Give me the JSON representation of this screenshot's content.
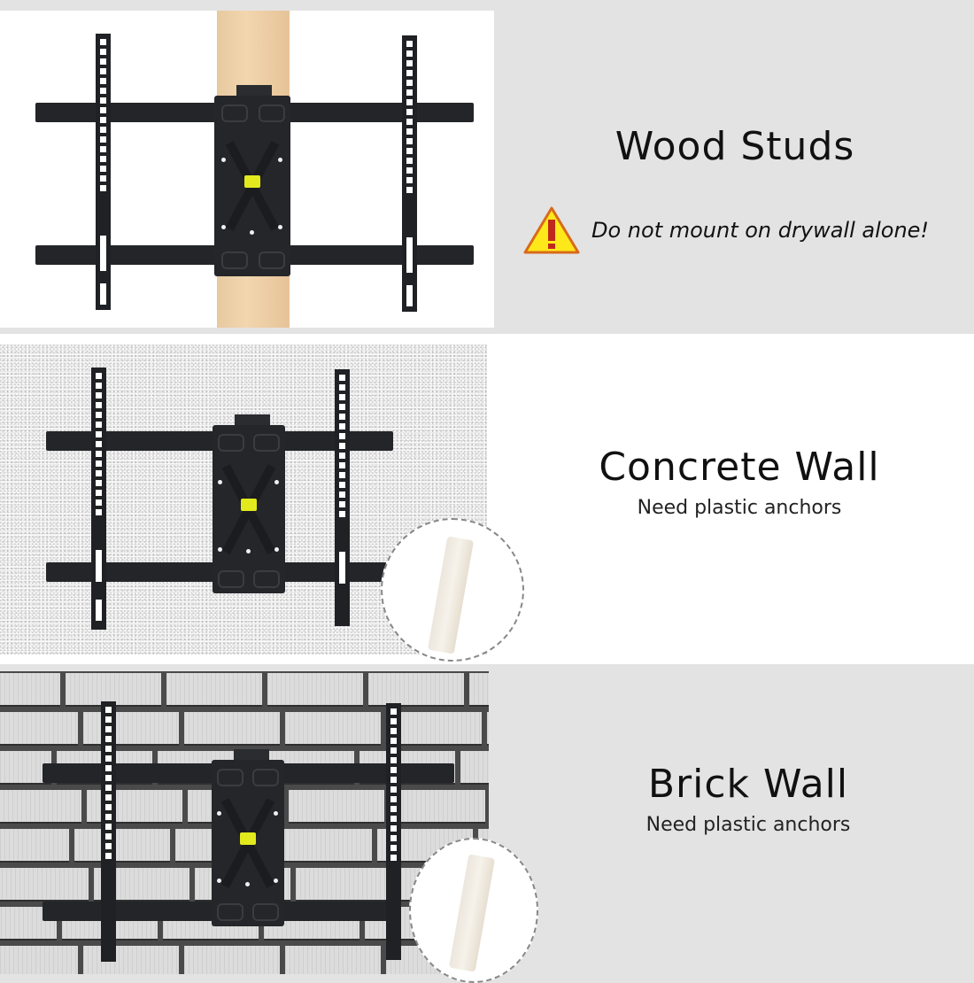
{
  "sections": [
    {
      "id": "wood",
      "title": "Wood Studs",
      "warning": {
        "icon": "warning-triangle-icon",
        "text": "Do not mount on drywall alone!",
        "icon_colors": {
          "fill": "#ffe81a",
          "stroke": "#d86a1a",
          "mark": "#c0281c"
        }
      },
      "background": "#e3e3e3",
      "image_background": "#ffffff",
      "stud_color": "#ecceA4"
    },
    {
      "id": "concrete",
      "title": "Concrete Wall",
      "subtitle": "Need plastic anchors",
      "background": "#ffffff",
      "inset_icon": "plastic-anchor-icon"
    },
    {
      "id": "brick",
      "title": "Brick Wall",
      "subtitle": "Need plastic anchors",
      "background": "#e3e3e3",
      "inset_icon": "plastic-anchor-icon"
    }
  ],
  "colors": {
    "mount": "#232528",
    "level_indicator": "#e2ea1e",
    "text": "#111111"
  }
}
